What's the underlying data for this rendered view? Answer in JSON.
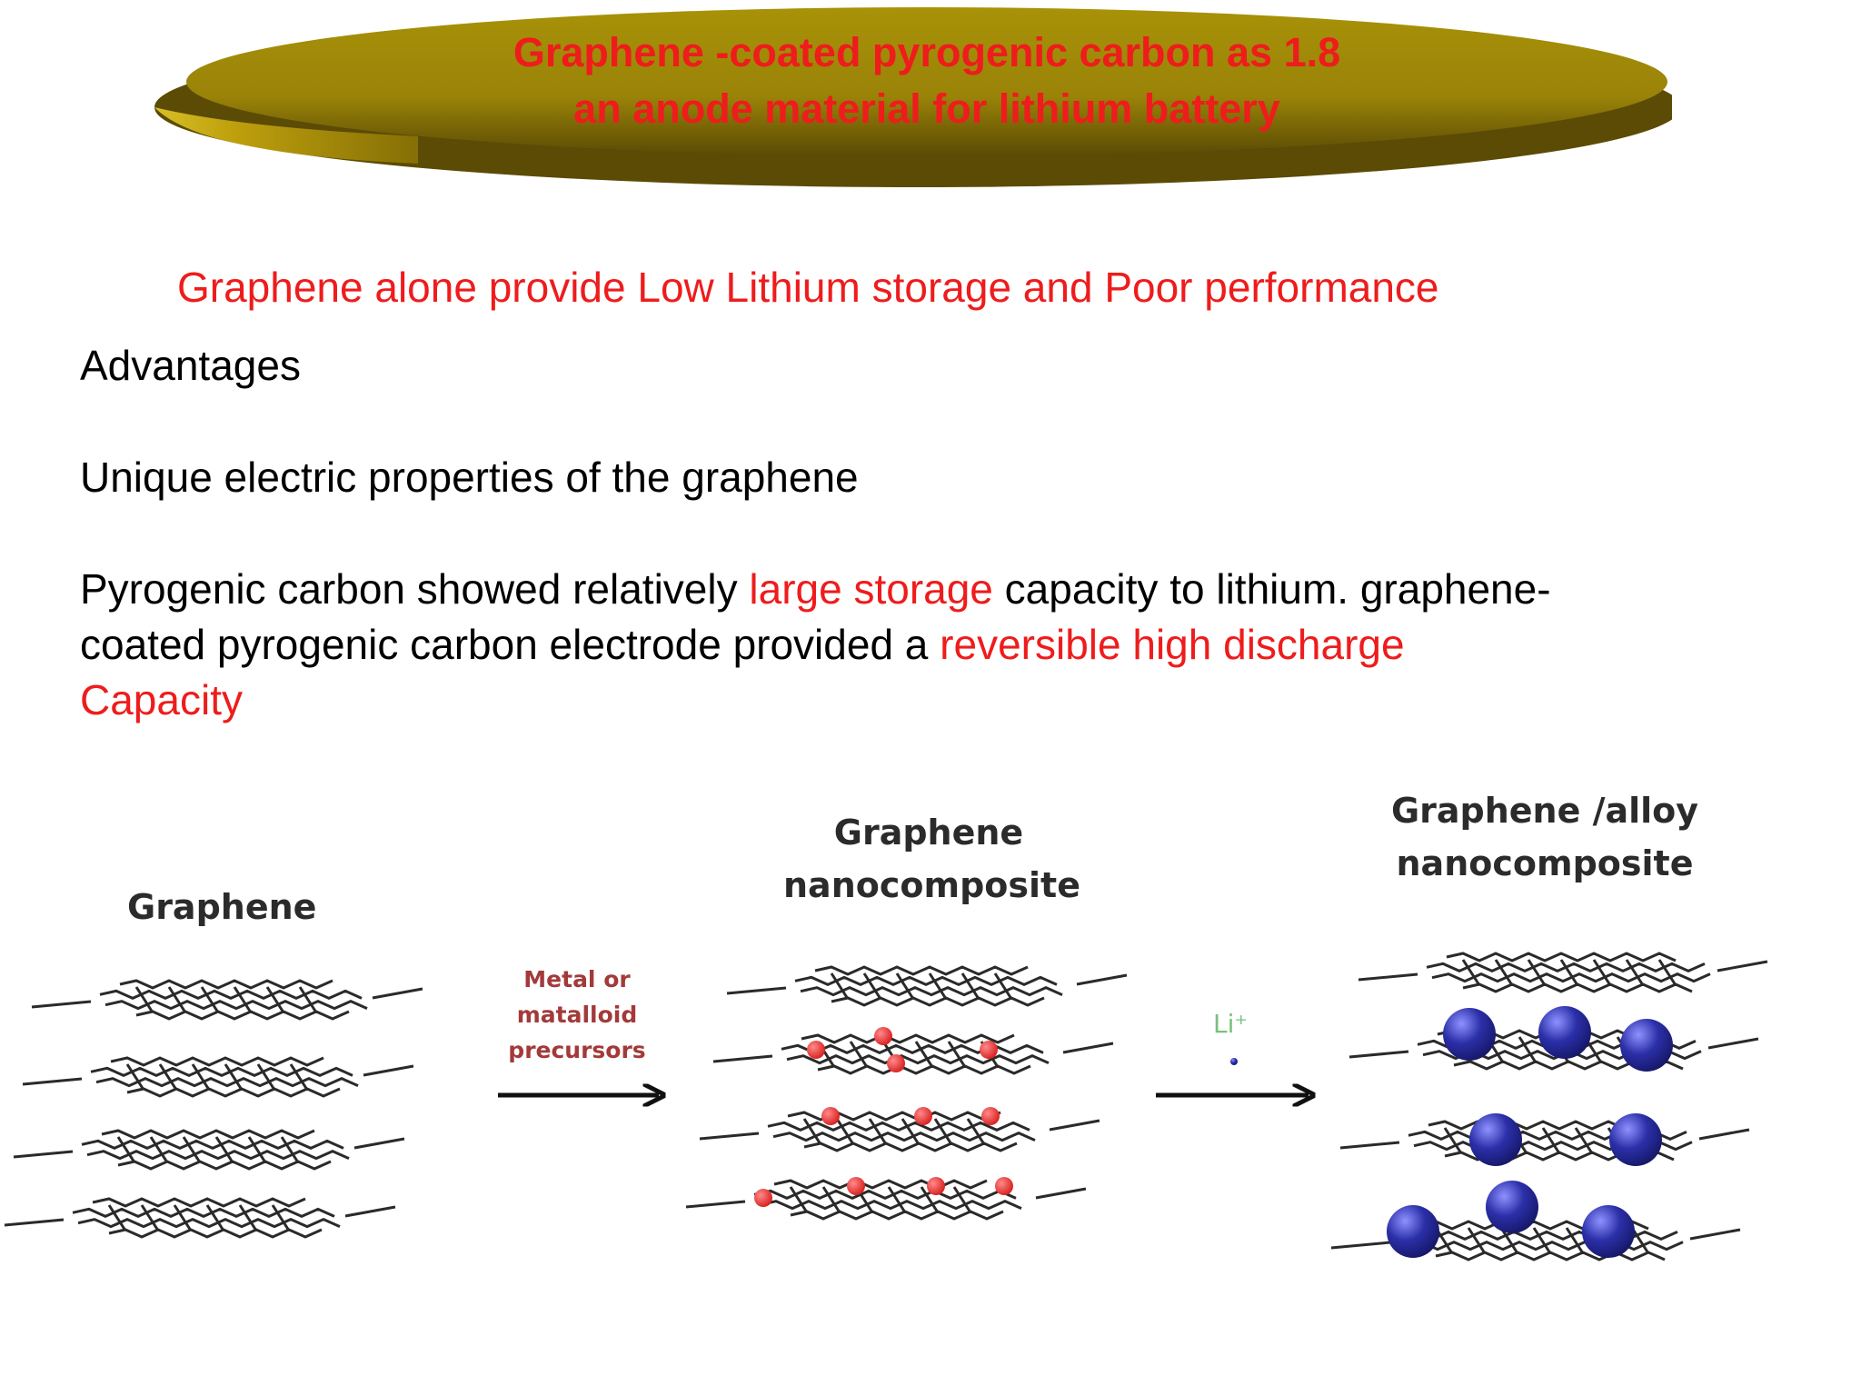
{
  "title": {
    "line1": "Graphene -coated pyrogenic carbon as 1.8",
    "line2": "an anode material for lithium battery"
  },
  "intro": "Graphene alone provide  Low Lithium storage and Poor performance",
  "advantages_heading": "Advantages",
  "point1": "Unique electric properties of the graphene",
  "point2": {
    "part1": "Pyrogenic carbon showed relatively ",
    "part2_red": "large storage",
    "part3": " capacity to lithium. graphene-",
    "line2_part1": "coated pyrogenic carbon electrode provided a ",
    "line2_red": "reversible high discharge",
    "line3_red": "Capacity"
  },
  "figure": {
    "stage1_label": "Graphene",
    "stage2_label_line1": "Graphene",
    "stage2_label_line2": "nanocomposite",
    "stage3_label_line1": "Graphene /alloy",
    "stage3_label_line2": "nanocomposite",
    "arrow1_line1": "Metal or",
    "arrow1_line2": "matalloid",
    "arrow1_line3": "precursors",
    "arrow2_label": "Li⁺",
    "colors": {
      "sheet": "#2a2a2a",
      "small_particle": "#d81e1e",
      "large_particle": "#2b2fa8"
    }
  },
  "colors": {
    "banner": "#a8900a",
    "accent_text": "#ee1c1c"
  }
}
